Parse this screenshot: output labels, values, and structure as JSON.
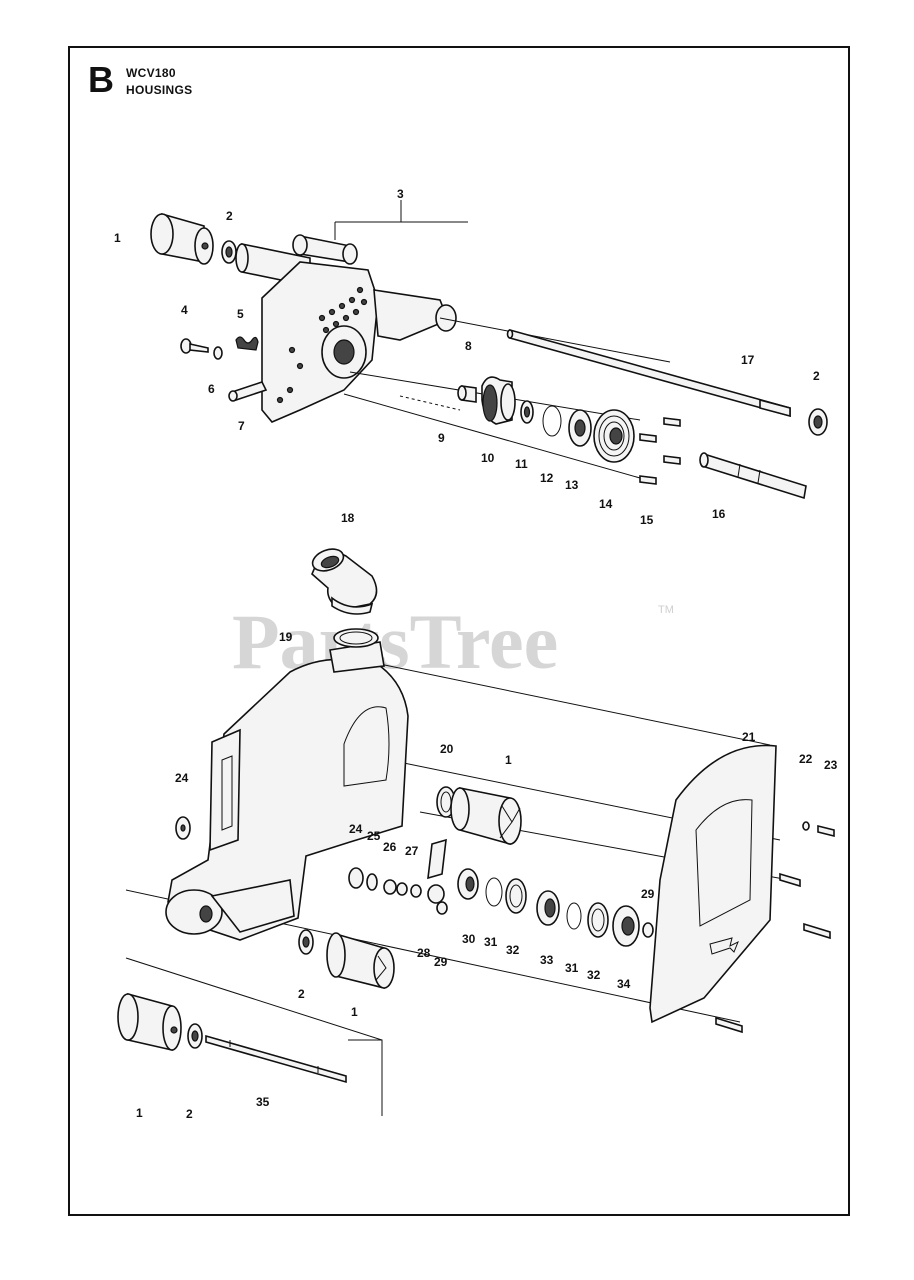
{
  "header": {
    "section_letter": "B",
    "model": "WCV180",
    "section_title": "HOUSINGS"
  },
  "watermark": {
    "text": "PartsTree",
    "trademark": "TM"
  },
  "callouts": [
    {
      "id": "c1",
      "text": "1"
    },
    {
      "id": "c2",
      "text": "2"
    },
    {
      "id": "c3",
      "text": "3"
    },
    {
      "id": "c4",
      "text": "4"
    },
    {
      "id": "c5",
      "text": "5"
    },
    {
      "id": "c6",
      "text": "6"
    },
    {
      "id": "c7",
      "text": "7"
    },
    {
      "id": "c8",
      "text": "8"
    },
    {
      "id": "c9",
      "text": "9"
    },
    {
      "id": "c10",
      "text": "10"
    },
    {
      "id": "c11",
      "text": "11"
    },
    {
      "id": "c12",
      "text": "12"
    },
    {
      "id": "c13",
      "text": "13"
    },
    {
      "id": "c14",
      "text": "14"
    },
    {
      "id": "c15",
      "text": "15"
    },
    {
      "id": "c16",
      "text": "16"
    },
    {
      "id": "c17",
      "text": "17"
    },
    {
      "id": "c2b",
      "text": "2"
    },
    {
      "id": "c18",
      "text": "18"
    },
    {
      "id": "c19",
      "text": "19"
    },
    {
      "id": "c20",
      "text": "20"
    },
    {
      "id": "c1b",
      "text": "1"
    },
    {
      "id": "c21",
      "text": "21"
    },
    {
      "id": "c22",
      "text": "22"
    },
    {
      "id": "c23",
      "text": "23"
    },
    {
      "id": "c24",
      "text": "24"
    },
    {
      "id": "c24b",
      "text": "24"
    },
    {
      "id": "c25",
      "text": "25"
    },
    {
      "id": "c26",
      "text": "26"
    },
    {
      "id": "c27",
      "text": "27"
    },
    {
      "id": "c28",
      "text": "28"
    },
    {
      "id": "c29",
      "text": "29"
    },
    {
      "id": "c29b",
      "text": "29"
    },
    {
      "id": "c30",
      "text": "30"
    },
    {
      "id": "c31",
      "text": "31"
    },
    {
      "id": "c32",
      "text": "32"
    },
    {
      "id": "c33",
      "text": "33"
    },
    {
      "id": "c31b",
      "text": "31"
    },
    {
      "id": "c32b",
      "text": "32"
    },
    {
      "id": "c34",
      "text": "34"
    },
    {
      "id": "c2c",
      "text": "2"
    },
    {
      "id": "c1c",
      "text": "1"
    },
    {
      "id": "c1d",
      "text": "1"
    },
    {
      "id": "c2d",
      "text": "2"
    },
    {
      "id": "c35",
      "text": "35"
    }
  ]
}
